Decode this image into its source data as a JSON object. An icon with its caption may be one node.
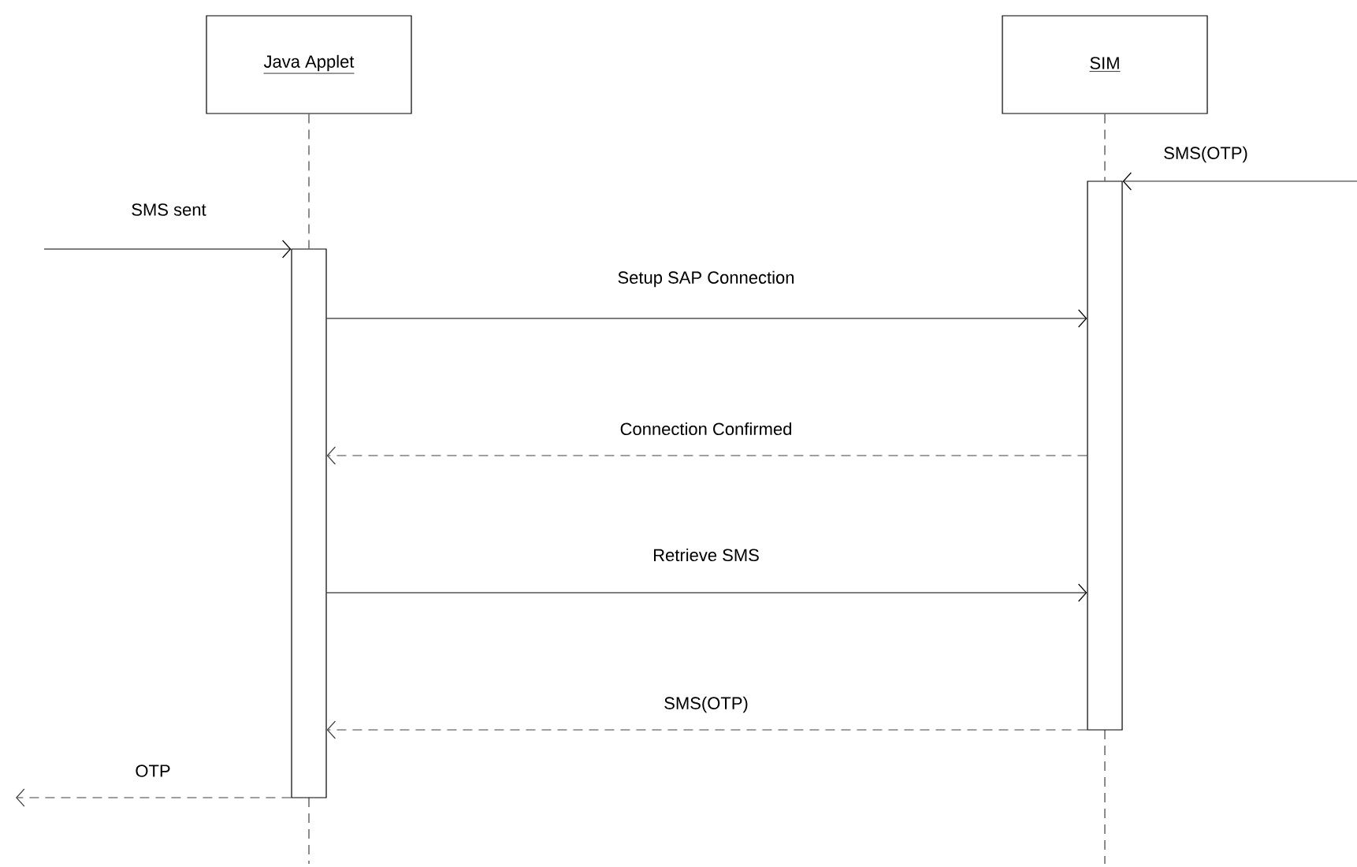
{
  "diagram": {
    "nodes": [
      {
        "text": [
          "Java Applet"
        ]
      },
      {
        "text": [
          "SIM"
        ]
      },
      {
        "text": [],
        "shape": "bar"
      },
      {
        "text": [],
        "shape": "bar"
      }
    ],
    "edges": [
      {
        "from": 0,
        "to": 2,
        "arrow": "none",
        "style": "dashed"
      },
      {
        "from": 1,
        "to": 3,
        "arrow": "none",
        "style": "dashed"
      },
      {
        "from": null,
        "to": 2,
        "arrow": "to",
        "label": "SMS sent"
      },
      {
        "from": null,
        "to": 3,
        "arrow": "to",
        "label": "SMS(OTP)"
      },
      {
        "from": 2,
        "to": 3,
        "arrow": "to",
        "label": "Setup SAP Connection"
      },
      {
        "from": 3,
        "to": 2,
        "arrow": "to",
        "label": "Connection Confirmed",
        "style": "dashed"
      },
      {
        "from": 2,
        "to": 3,
        "arrow": "to",
        "label": "Retrieve SMS"
      },
      {
        "from": 3,
        "to": 2,
        "arrow": "to",
        "label": "SMS(OTP)",
        "style": "dashed"
      },
      {
        "from": 2,
        "to": null,
        "arrow": "to",
        "label": "OTP",
        "style": "dashed"
      }
    ]
  }
}
